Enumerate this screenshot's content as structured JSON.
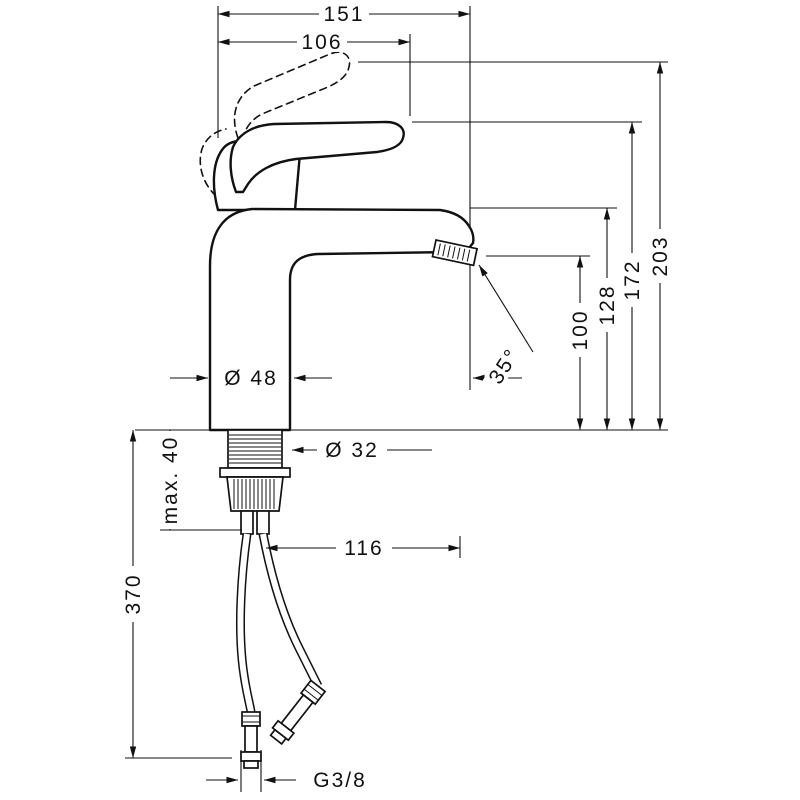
{
  "drawing": {
    "name": "basin-mixer-dimension-drawing",
    "colors": {
      "line": "#111111",
      "background": "#ffffff"
    },
    "dims": {
      "total_width": "151",
      "spout_reach": "106",
      "total_height": "203",
      "lever_height": "172",
      "body_height": "128",
      "outlet_height": "100",
      "body_diameter": "Ø 48",
      "outlet_angle": "35°",
      "shank_diameter": "Ø 32",
      "max_mounting_thickness": "max. 40",
      "hose_length": "370",
      "hose_reach": "116",
      "connection_thread": "G3/8"
    }
  }
}
